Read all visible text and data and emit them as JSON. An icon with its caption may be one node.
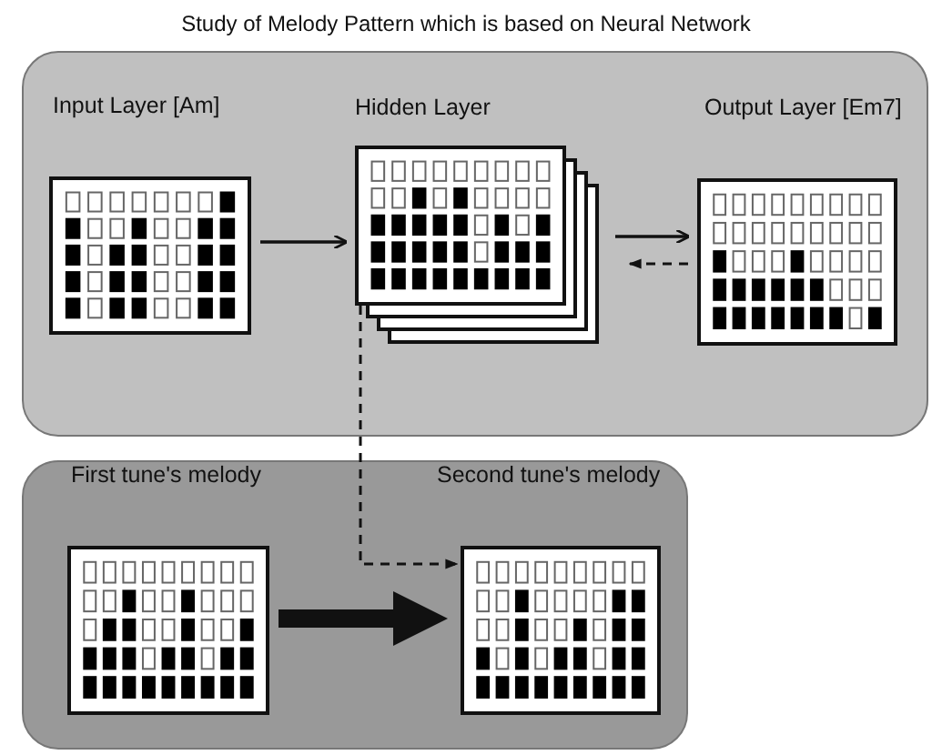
{
  "diagram": {
    "title": "Study of Melody Pattern which is based on Neural Network",
    "nodes": [
      {
        "text": [],
        "shape": "box"
      },
      {
        "text": [
          "Input Layer [Am]"
        ],
        "in": 0
      },
      {
        "text": [
          "Hidden Layer"
        ],
        "in": 0
      },
      {
        "text": [
          "Output Layer [Em7]"
        ],
        "in": 0
      },
      {
        "text": [],
        "shape": "box"
      },
      {
        "text": [
          "First tune's melody"
        ],
        "in": 4
      },
      {
        "text": [
          "Second tune's melody"
        ],
        "in": 4
      }
    ],
    "edges": [
      {
        "from": 1,
        "to": 2,
        "arrow": "to"
      },
      {
        "from": 2,
        "to": 3,
        "arrow": "to"
      },
      {
        "from": 3,
        "to": 2,
        "arrow": "to",
        "style": "dashed"
      },
      {
        "from": 5,
        "to": 6,
        "arrow": "to",
        "style": "thick"
      },
      {
        "from": 2,
        "to": 6,
        "arrow": "to",
        "style": "dashed"
      }
    ]
  }
}
